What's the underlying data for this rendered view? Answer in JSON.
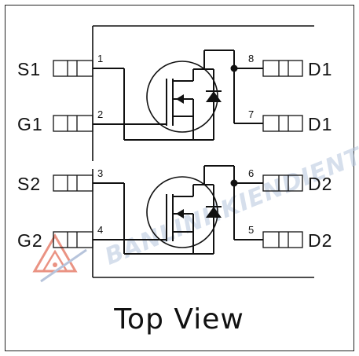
{
  "pins_left": [
    {
      "label": "S1",
      "number": "1"
    },
    {
      "label": "G1",
      "number": "2"
    },
    {
      "label": "S2",
      "number": "3"
    },
    {
      "label": "G2",
      "number": "4"
    }
  ],
  "pins_right": [
    {
      "label": "D1",
      "number": "8"
    },
    {
      "label": "D1",
      "number": "7"
    },
    {
      "label": "D2",
      "number": "6"
    },
    {
      "label": "D2",
      "number": "5"
    }
  ],
  "caption": "Top View",
  "watermark": "BANLINHKIENDIENTU.VN",
  "colors": {
    "line": "#111111",
    "watermark_text": "#b6c6de",
    "watermark_logo": "#e46f5a"
  }
}
